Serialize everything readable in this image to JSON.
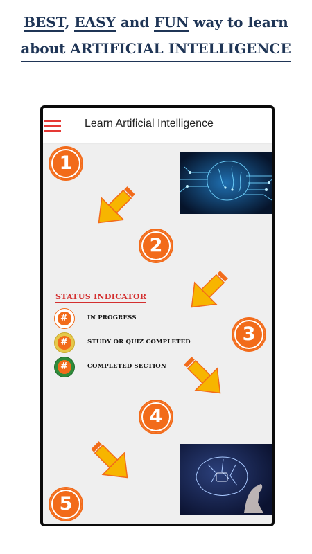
{
  "headline": {
    "line1": [
      {
        "text": "BEST",
        "underline": true
      },
      {
        "text": ", ",
        "underline": false
      },
      {
        "text": "EASY",
        "underline": true
      },
      {
        "text": " and ",
        "underline": false
      },
      {
        "text": "FUN",
        "underline": true
      },
      {
        "text": " way to learn",
        "underline": false
      }
    ],
    "line2": "about ARTIFICIAL INTELLIGENCE",
    "color": "#1f3556"
  },
  "app": {
    "title": "Learn Artificial Intelligence",
    "menu_icon": "hamburger-menu-icon",
    "accent_color": "#e53935"
  },
  "steps": [
    "1",
    "2",
    "3",
    "4",
    "5"
  ],
  "step_color": "#f26b1a",
  "status": {
    "title": "STATUS INDICATOR",
    "items": [
      {
        "label": "IN PROGRESS",
        "ring_color": "#ffffff"
      },
      {
        "label": "STUDY OR QUIZ COMPLETED",
        "ring_color": "#e5c84a"
      },
      {
        "label": "COMPLETED SECTION",
        "ring_color": "#2e8b3a"
      }
    ],
    "badge_symbol": "#"
  },
  "images": {
    "top": "circuit-brain-image",
    "bottom": "ai-brain-hand-image"
  }
}
